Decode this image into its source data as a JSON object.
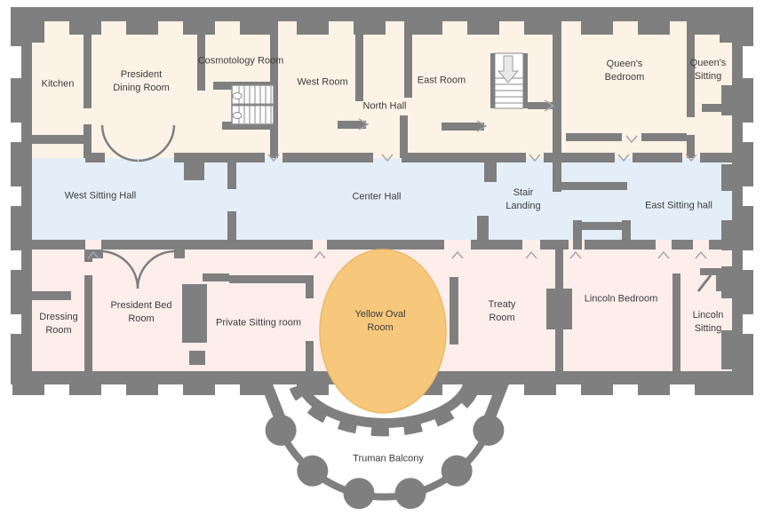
{
  "rooms": [
    {
      "id": "kitchen",
      "label": "Kitchen"
    },
    {
      "id": "president-dining-room",
      "label": "President\nDining Room"
    },
    {
      "id": "cosmotology-room",
      "label": "Cosmotology Room"
    },
    {
      "id": "west-room",
      "label": "West Room"
    },
    {
      "id": "north-hall",
      "label": "North Hall"
    },
    {
      "id": "east-room",
      "label": "East Room"
    },
    {
      "id": "queens-bedroom",
      "label": "Queen's\nBedroom"
    },
    {
      "id": "queens-sitting",
      "label": "Queen's\nSitting"
    },
    {
      "id": "west-sitting-hall",
      "label": "West Sitting Hall"
    },
    {
      "id": "center-hall",
      "label": "Center Hall"
    },
    {
      "id": "stair-landing",
      "label": "Stair\nLanding"
    },
    {
      "id": "east-sitting-hall",
      "label": "East Sitting hall"
    },
    {
      "id": "dressing-room",
      "label": "Dressing\nRoom"
    },
    {
      "id": "president-bed-room",
      "label": "President Bed\nRoom"
    },
    {
      "id": "private-sitting-room",
      "label": "Private Sitting room"
    },
    {
      "id": "yellow-oval-room",
      "label": "Yellow Oval\nRoom"
    },
    {
      "id": "treaty-room",
      "label": "Treaty\nRoom"
    },
    {
      "id": "lincoln-bedroom",
      "label": "Lincoln Bedroom"
    },
    {
      "id": "lincoln-sitting",
      "label": "Lincoln\nSitting"
    },
    {
      "id": "truman-balcony",
      "label": "Truman Balcony"
    }
  ],
  "balcony": {
    "column_count": 6
  },
  "colors": {
    "wall": "#7f7f7f",
    "north_rooms": "#fdf2e6",
    "halls": "#e4eef8",
    "south_rooms": "#fdeeec",
    "oval_room": "#f7c77b",
    "stair_fill": "#ffffff",
    "door_marks": "#a6a6a6",
    "label_text": "#3c3c3c"
  }
}
